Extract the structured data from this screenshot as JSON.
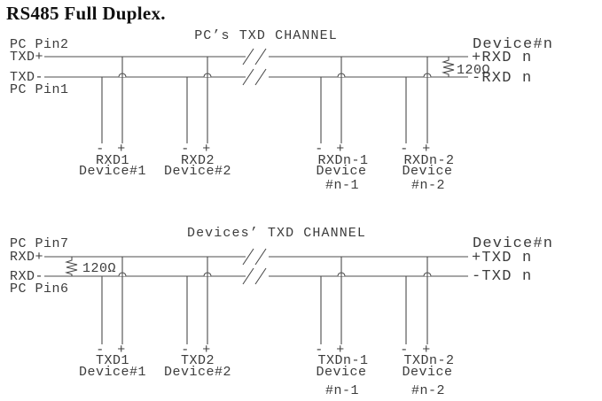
{
  "title": "RS485 Full Duplex.",
  "colors": {
    "ink": "#3c3c3c",
    "wire": "#4c4c4c",
    "background": "#ffffff"
  },
  "symbols": {
    "minus": "-",
    "plus": "+"
  },
  "top": {
    "header": "PC’s TXD CHANNEL",
    "pc_pin_upper": "PC Pin2",
    "upper_signal": "TXD+",
    "lower_signal": "TXD-",
    "pc_pin_lower": "PC Pin1",
    "right_device": "Device#n",
    "right_upper": "+RXD n",
    "right_lower": "-RXD n",
    "resistor": "120Ω",
    "taps": [
      {
        "signal": "RXD1",
        "device": "Device#1",
        "device_line2": ""
      },
      {
        "signal": "RXD2",
        "device": "Device#2",
        "device_line2": ""
      },
      {
        "signal": "RXDn-1",
        "device": "Device",
        "device_line2": "#n-1"
      },
      {
        "signal": "RXDn-2",
        "device": "Device",
        "device_line2": "#n-2"
      }
    ]
  },
  "bottom": {
    "header": "Devices’ TXD CHANNEL",
    "pc_pin_upper": "PC Pin7",
    "upper_signal": "RXD+",
    "lower_signal": "RXD-",
    "pc_pin_lower": "PC Pin6",
    "right_device": "Device#n",
    "right_upper": "+TXD n",
    "right_lower": "-TXD n",
    "resistor": "120Ω",
    "taps": [
      {
        "signal": "TXD1",
        "device": "Device#1",
        "device_line2": ""
      },
      {
        "signal": "TXD2",
        "device": "Device#2",
        "device_line2": ""
      },
      {
        "signal": "TXDn-1",
        "device": "Device",
        "device_line2": "#n-1"
      },
      {
        "signal": "TXDn-2",
        "device": "Device",
        "device_line2": "#n-2"
      }
    ]
  }
}
